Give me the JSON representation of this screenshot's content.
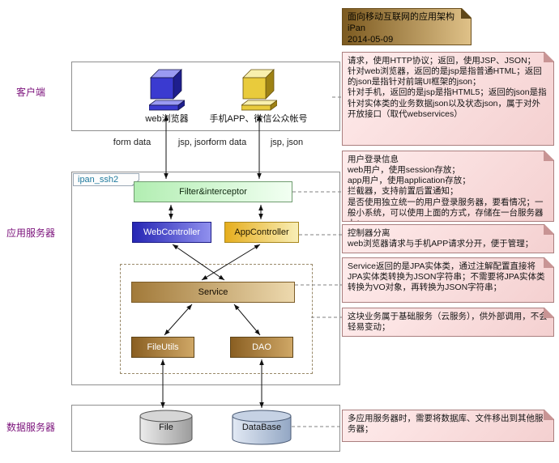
{
  "diagram": {
    "title_note": {
      "text": "面向移动互联网的应用架构\niPan\n2014-05-09"
    },
    "tiers": {
      "client": "客户端",
      "app_server": "应用服务器",
      "data_server": "数据服务器"
    },
    "client": {
      "web_browser_label": "web浏览器",
      "mobile_label": "手机APP、微信公众帐号",
      "flow_labels": [
        "form data",
        "jsp, json",
        "form data",
        "jsp, json"
      ]
    },
    "app_server": {
      "package_label": "ipan_ssh2",
      "filter": "Filter&interceptor",
      "web_controller": "WebController",
      "app_controller": "AppController",
      "service": "Service",
      "file_utils": "FileUtils",
      "dao": "DAO"
    },
    "data_server": {
      "file": "File",
      "database": "DataBase"
    },
    "notes": [
      {
        "text": "请求，使用HTTP协议；返回，使用JSP、JSON；\n针对web浏览器，返回的是jsp是指普通HTML；返回的json是指针对前端UI框架的json；\n针对手机，返回的是jsp是指HTML5；返回的json是指针对实体类的业务数据json以及状态json，属于对外开放接口（取代webservices）"
      },
      {
        "text": "用户登录信息\nweb用户，使用session存放；\napp用户，使用application存放；\n拦截器，支持前置后置通知；\n是否使用独立统一的用户登录服务器，要看情况；一般小系统，可以使用上面的方式，存储在一台服务器上；"
      },
      {
        "text": "控制器分离\nweb浏览器请求与手机APP请求分开，便于管理；"
      },
      {
        "text": "Service返回的是JPA实体类，通过注解配置直接将JPA实体类转换为JSON字符串；不需要将JPA实体类转换为VO对象，再转换为JSON字符串；"
      },
      {
        "text": "这块业务属于基础服务（云服务），供外部调用，不会轻易变动；"
      },
      {
        "text": "多应用服务器时，需要将数据库、文件移出到其他服务器；"
      }
    ],
    "icons": {
      "web_browser_node": "3d-cube-blue",
      "mobile_node": "3d-cube-yellow",
      "file_store": "cylinder-gray",
      "database": "cylinder-blue"
    },
    "colors": {
      "tier_label": "#7b117b",
      "note_pink_bg": "#f9dcdc",
      "title_note_brown": "#8a6a30",
      "filter_green": "#b2eeb2",
      "web_controller_blue": "#2a2ab6",
      "app_controller_gold": "#e6ae1e",
      "service_tan": "#a27a3a",
      "file_utils_brown": "#8a5f22",
      "cube_blue": "#3a3ad0",
      "cube_yellow": "#e9cb3c"
    }
  }
}
